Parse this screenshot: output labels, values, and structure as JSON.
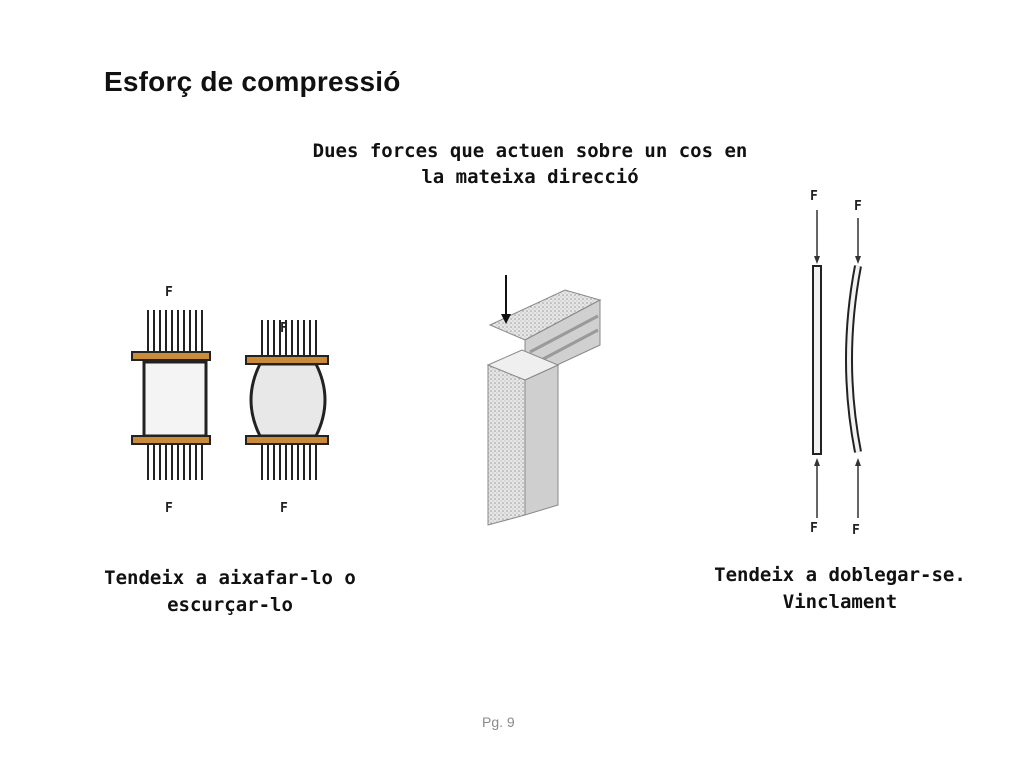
{
  "slide": {
    "title": "Esforç de compressió",
    "subtitle_line1": "Dues forces que actuen sobre un cos en",
    "subtitle_line2": "la mateixa direcció",
    "caption_left_line1": "Tendeix a aixafar-lo o",
    "caption_left_line2": "escurçar-lo",
    "caption_right_line1": "Tendeix a doblegar-se.",
    "caption_right_line2": "Vinclament",
    "page_number": "Pg. 9"
  },
  "figures": {
    "force_label": "F",
    "plate_color": "#c98a3a"
  }
}
